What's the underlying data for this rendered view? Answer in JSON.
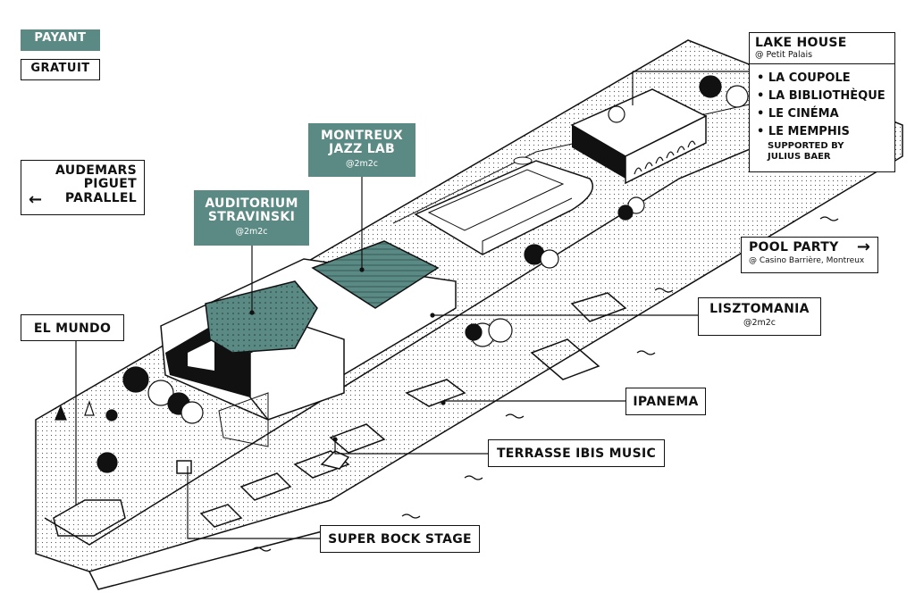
{
  "legend": {
    "paid": "PAYANT",
    "free": "GRATUIT"
  },
  "colors": {
    "paid": "#5b8a84",
    "ink": "#111111",
    "paper": "#ffffff"
  },
  "venues": {
    "lake_house": {
      "title": "LAKE HOUSE",
      "subtitle": "@ Petit Palais",
      "items": [
        "LA COUPOLE",
        "LA BIBLIOTHÈQUE",
        "LE CINÉMA",
        "LE MEMPHIS"
      ],
      "memphis_note_1": "SUPPORTED BY",
      "memphis_note_2": "JULIUS BAER"
    },
    "jazz_lab": {
      "title_1": "MONTREUX",
      "title_2": "JAZZ LAB",
      "subtitle": "@2m2c"
    },
    "auditorium": {
      "title_1": "AUDITORIUM",
      "title_2": "STRAVINSKI",
      "subtitle": "@2m2c"
    },
    "audemars": {
      "title_1": "AUDEMARS",
      "title_2": "PIGUET",
      "title_3": "PARALLEL",
      "arrow_icon": "arrow-left-icon"
    },
    "pool_party": {
      "title": "POOL PARTY",
      "subtitle": "@ Casino Barrière, Montreux",
      "arrow_icon": "arrow-right-icon"
    },
    "lisztomania": {
      "title": "LISZTOMANIA",
      "subtitle": "@2m2c"
    },
    "el_mundo": {
      "title": "EL MUNDO"
    },
    "ipanema": {
      "title": "IPANEMA"
    },
    "terrasse": {
      "title": "TERRASSE IBIS MUSIC"
    },
    "super_bock": {
      "title": "SUPER BOCK STAGE"
    }
  }
}
